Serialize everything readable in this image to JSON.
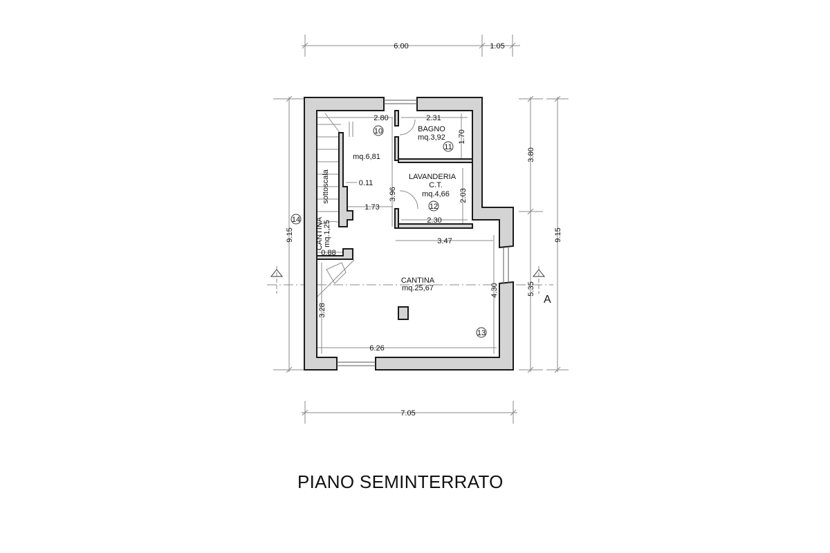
{
  "title": "PIANO SEMINTERRATO",
  "section_marker": "A",
  "colors": {
    "wall_fill": "#d4d4d4",
    "wall_stroke": "#1a1a1a",
    "dim_line": "#8a8a8a",
    "background": "#ffffff"
  },
  "dimensions": {
    "top_overall": "6.00",
    "top_offset": "1.05",
    "bottom_overall": "7.05",
    "left_overall": "9.15",
    "right_upper": "3.80",
    "right_lower": "5.35",
    "right_overall": "9.15",
    "int_hall_width": "2.80",
    "int_bagno_width": "2.31",
    "int_bagno_height": "1.70",
    "int_hall_depth": "3.96",
    "int_wall_thick": "0.11",
    "int_corridor": "1.73",
    "int_lav_height": "2.03",
    "int_lav_width": "2.30",
    "int_cantina_small_width": "0.88",
    "int_cantina_right": "3.47",
    "int_cantina_height_left": "3.28",
    "int_cantina_height_right": "4.30",
    "int_cantina_width": "6.26"
  },
  "rooms": [
    {
      "number": "10",
      "name": "",
      "area": "mq.6,81"
    },
    {
      "number": "11",
      "name": "BAGNO",
      "area": "mq.3,92"
    },
    {
      "number": "12",
      "name": "LAVANDERIA",
      "subname": "C.T.",
      "area": "mq.4,66"
    },
    {
      "number": "13",
      "name": "CANTINA",
      "area": "mq.25,67"
    },
    {
      "number": "14",
      "name": "CANTINA",
      "area": "mq.1,25"
    }
  ],
  "labels": {
    "sottoscala": "sottoscala"
  }
}
